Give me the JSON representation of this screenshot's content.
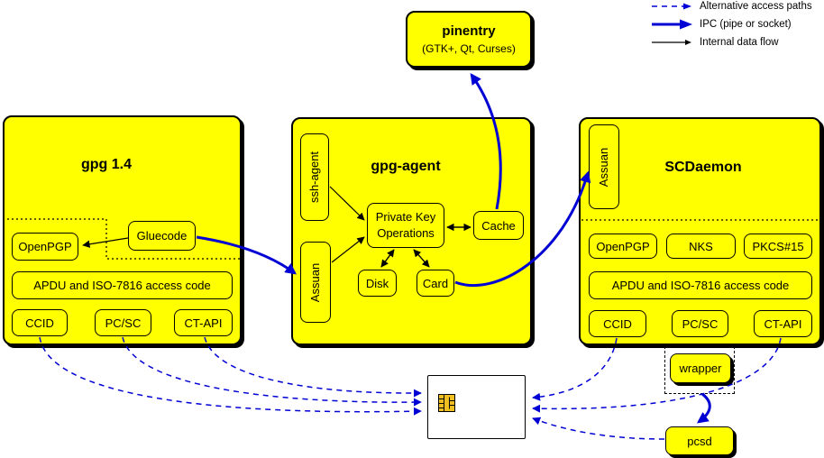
{
  "legend": {
    "items": [
      {
        "label": "Alternative access paths"
      },
      {
        "label": "IPC (pipe or socket)"
      },
      {
        "label": "Internal data flow"
      }
    ]
  },
  "pinentry": {
    "title": "pinentry",
    "subtitle": "(GTK+, Qt, Curses)"
  },
  "gpg14": {
    "title": "gpg 1.4",
    "openpgp": "OpenPGP",
    "gluecode": "Gluecode",
    "apdu": "APDU and ISO-7816 access code",
    "ccid": "CCID",
    "pcsc": "PC/SC",
    "ctapi": "CT-API"
  },
  "gpg_agent": {
    "title": "gpg-agent",
    "ssh_agent": "ssh-agent",
    "assuan": "Assuan",
    "pko_line1": "Private Key",
    "pko_line2": "Operations",
    "cache": "Cache",
    "disk": "Disk",
    "card": "Card"
  },
  "scdaemon": {
    "title": "SCDaemon",
    "assuan": "Assuan",
    "openpgp": "OpenPGP",
    "nks": "NKS",
    "pkcs15": "PKCS#15",
    "apdu": "APDU and ISO-7816 access code",
    "ccid": "CCID",
    "pcsc": "PC/SC",
    "ctapi": "CT-API"
  },
  "wrapper": {
    "label": "wrapper"
  },
  "pcsd": {
    "label": "pcsd"
  },
  "colors": {
    "box_fill": "#ffff00",
    "arrow_blue": "#0000d4",
    "chip_gold": "#f0c020"
  }
}
